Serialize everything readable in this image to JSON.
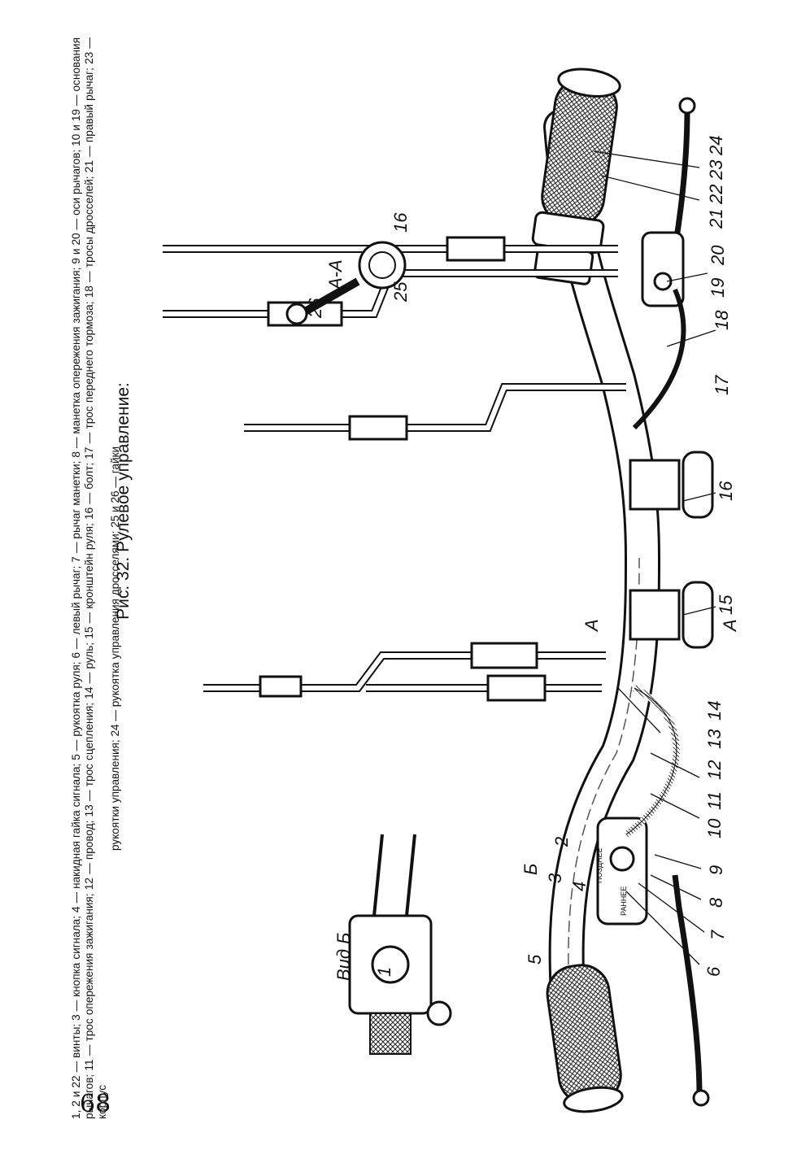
{
  "page_number": "68",
  "figure": {
    "title": "Рис. 32. Рулевое управление:",
    "legend_lines": [
      "1, 2 и 22 — винты; 3 — кнопка сигнала; 4 — накидная гайка сигнала; 5 — рукоятка руля; 6 — левый рычаг; 7 — рычаг манетки; 8 — манетка опережения зажигания; 9 и 20 — оси рычагов; 10 и 19 — основания рычагов; 11 — трос опережения зажигания; 12 — провод; 13 — трос",
      "сцепления; 14 — руль; 15 — кронштейн руля; 16 — болт; 17 — трос переднего тормоза; 18 — тросы дросселей; 21 — правый рычаг; 23 — корпус",
      "рукоятки управления; 24 — рукоятка управления дросселями; 25 и 26 — гайки"
    ],
    "labels": [
      "1",
      "2",
      "3",
      "4",
      "5",
      "6",
      "7",
      "8",
      "9",
      "10",
      "11",
      "12",
      "13",
      "14",
      "15",
      "16",
      "17",
      "18",
      "19",
      "20",
      "21",
      "22",
      "23",
      "24",
      "25",
      "26"
    ],
    "view_b_label": "Вид Б",
    "view_b_arrow": "Б",
    "section_label": "А-А",
    "section_marker": "А",
    "grip_text_left": "РАННЕЕ",
    "grip_text_right": "ПОЗДНЕЕ"
  }
}
